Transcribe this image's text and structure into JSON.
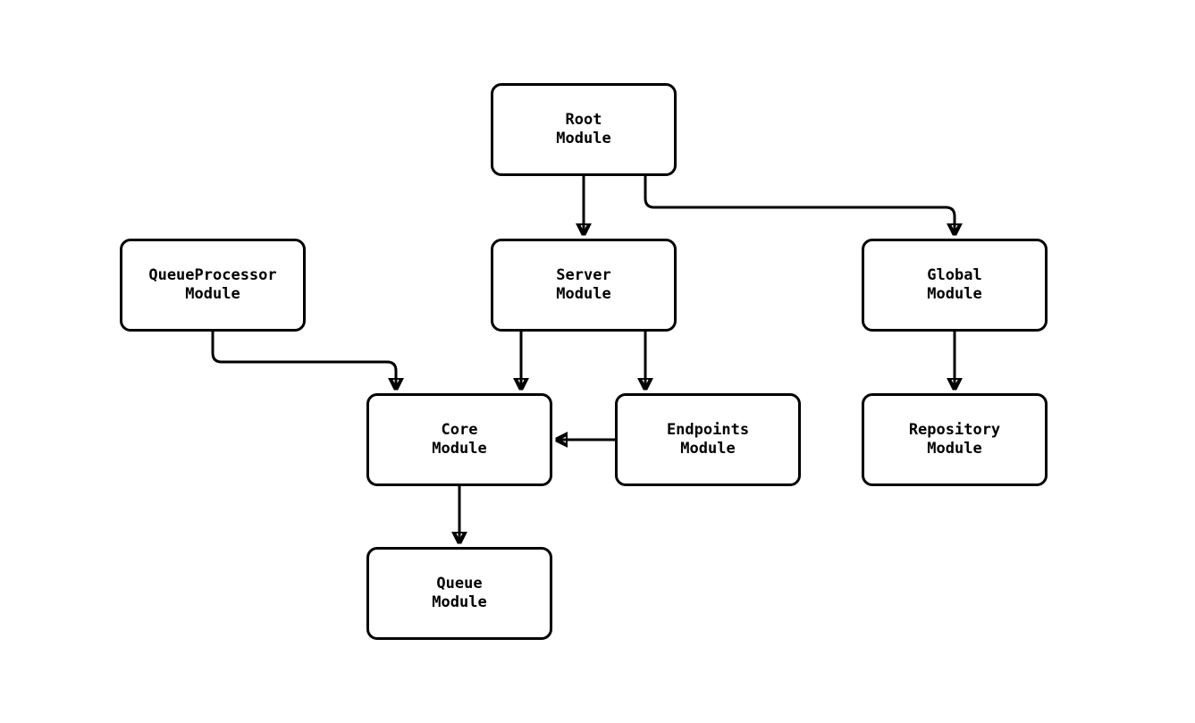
{
  "diagram": {
    "background_color": "#ffffff",
    "line_color": "#000000",
    "text_color": "#000000",
    "node_fill": "#ffffff",
    "nodes": [
      {
        "id": "root",
        "title": "Root",
        "subtitle": "Module"
      },
      {
        "id": "queueprocessor",
        "title": "QueueProcessor",
        "subtitle": "Module"
      },
      {
        "id": "server",
        "title": "Server",
        "subtitle": "Module"
      },
      {
        "id": "global",
        "title": "Global",
        "subtitle": "Module"
      },
      {
        "id": "core",
        "title": "Core",
        "subtitle": "Module"
      },
      {
        "id": "endpoints",
        "title": "Endpoints",
        "subtitle": "Module"
      },
      {
        "id": "repository",
        "title": "Repository",
        "subtitle": "Module"
      },
      {
        "id": "queue",
        "title": "Queue",
        "subtitle": "Module"
      }
    ],
    "edges": [
      {
        "from": "Root Module",
        "to": "Server Module"
      },
      {
        "from": "Root Module",
        "to": "Global Module"
      },
      {
        "from": "QueueProcessor Module",
        "to": "Core Module"
      },
      {
        "from": "Server Module",
        "to": "Core Module"
      },
      {
        "from": "Server Module",
        "to": "Endpoints Module"
      },
      {
        "from": "Endpoints Module",
        "to": "Core Module"
      },
      {
        "from": "Global Module",
        "to": "Repository Module"
      },
      {
        "from": "Core Module",
        "to": "Queue Module"
      }
    ]
  }
}
